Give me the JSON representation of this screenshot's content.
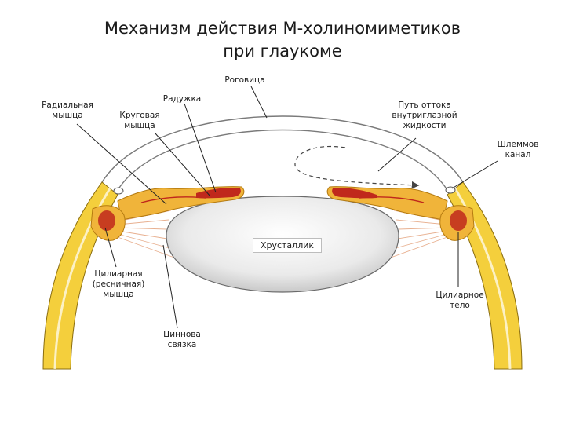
{
  "title": {
    "line1": "Механизм действия М-холиномиметиков",
    "line2": "при глаукоме"
  },
  "labels": {
    "cornea": "Роговица",
    "radial_line1": "Радиальная",
    "radial_line2": "мышца",
    "iris": "Радужка",
    "circular_line1": "Круговая",
    "circular_line2": "мышца",
    "outflow_line1": "Путь оттока",
    "outflow_line2": "внутриглазной",
    "outflow_line3": "жидкости",
    "schlemm_line1": "Шлеммов",
    "schlemm_line2": "канал",
    "lens": "Хрусталлик",
    "ciliary_muscle_line1": "Цилиарная",
    "ciliary_muscle_line2": "(ресничная)",
    "ciliary_muscle_line3": "мышца",
    "ciliary_body_line1": "Цилиарное",
    "ciliary_body_line2": "тело",
    "zonule_line1": "Циннова",
    "zonule_line2": "связка"
  },
  "colors": {
    "sclera_fill": "#f4cf3c",
    "sclera_outline": "#8a6d10",
    "iris_fill": "#f0b43a",
    "muscle_red": "#c0281c",
    "lens_fill": "#eaeaea",
    "zonule": "#e8b090"
  }
}
